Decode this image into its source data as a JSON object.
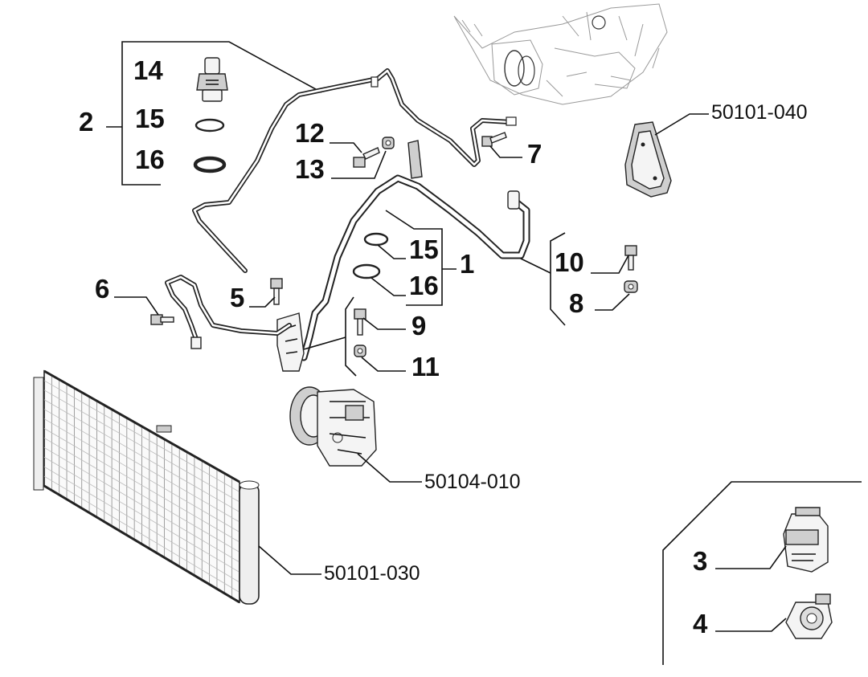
{
  "callouts": {
    "c1": "1",
    "c2": "2",
    "c3": "3",
    "c4": "4",
    "c5": "5",
    "c6": "6",
    "c7": "7",
    "c8": "8",
    "c9": "9",
    "c10": "10",
    "c11": "11",
    "c12": "12",
    "c13": "13",
    "c14": "14",
    "c15a": "15",
    "c16a": "16",
    "c15b": "15",
    "c16b": "16"
  },
  "references": {
    "evaporator": "50101-040",
    "compressor": "50104-010",
    "condenser": "50101-030"
  }
}
